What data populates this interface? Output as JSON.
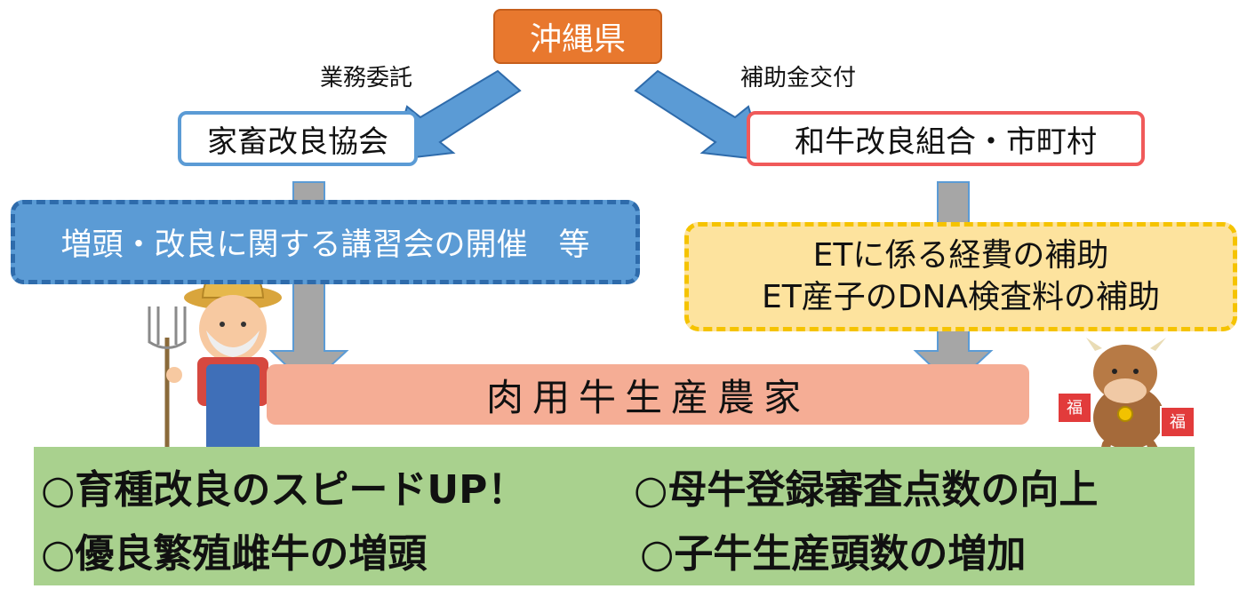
{
  "top": {
    "org": "沖縄県"
  },
  "flows": {
    "left_label": "業務委託",
    "right_label": "補助金交付"
  },
  "left_branch": {
    "org": "家畜改良協会",
    "action": "増頭・改良に関する講習会の開催　等"
  },
  "right_branch": {
    "org": "和牛改良組合・市町村",
    "action_lines": [
      "ETに係る経費の補助",
      "ET産子のDNA検査料の補助"
    ]
  },
  "target": {
    "label": "肉用牛生産農家"
  },
  "results": {
    "r1": "○育種改良のスピードUP！",
    "r2": "○母牛登録審査点数の向上",
    "r3": "○優良繁殖雌牛の増頭",
    "r4": "○子牛生産頭数の増加"
  },
  "cow_tag_text": "福",
  "colors": {
    "orange": "#e8782e",
    "blue": "#5b9bd5",
    "red": "#f05a5a",
    "yellow": "#fde39e",
    "salmon": "#f5ad95",
    "green": "#a9d18e"
  }
}
